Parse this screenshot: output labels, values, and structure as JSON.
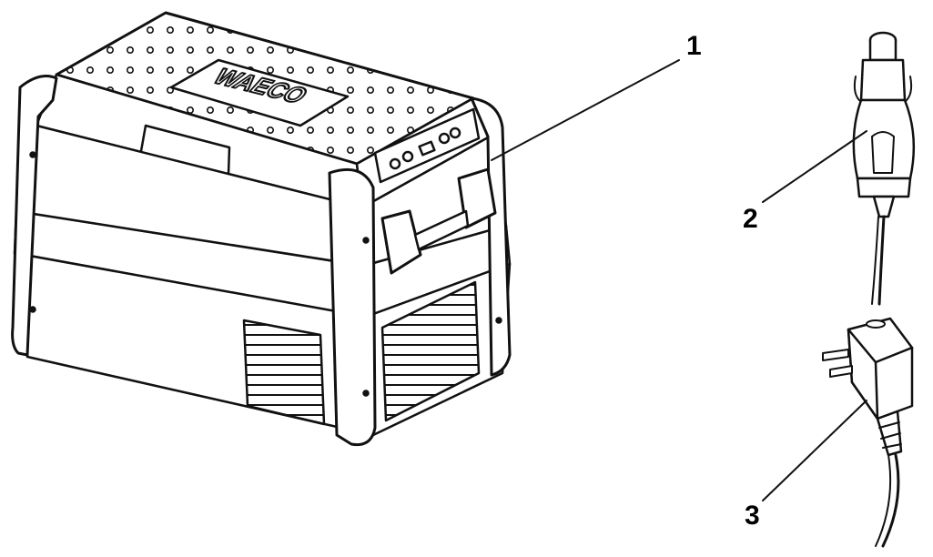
{
  "figure": {
    "brand_text": "WAECO",
    "callouts": [
      {
        "id": "1",
        "label": "1",
        "part": "cooler-box"
      },
      {
        "id": "2",
        "label": "2",
        "part": "dc-cigarette-lighter-plug"
      },
      {
        "id": "3",
        "label": "3",
        "part": "ac-mains-plug"
      }
    ]
  }
}
